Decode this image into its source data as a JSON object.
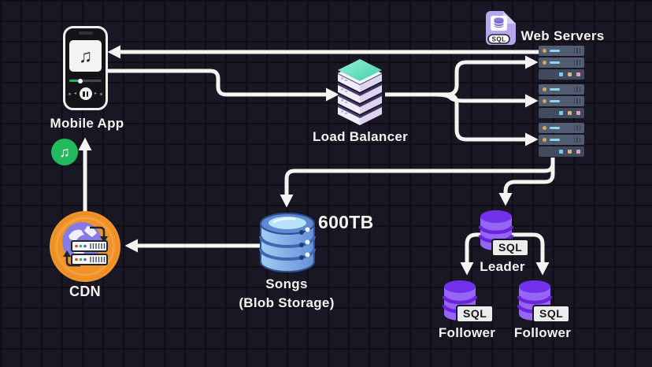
{
  "title": "Music streaming system architecture diagram",
  "colors": {
    "background": "#1a1725",
    "grid_line": "#100d17",
    "arrow": "#f6f4f1",
    "text": "#f4f2ef",
    "teal": "#4fd8b2",
    "lavender": "#b6a6f0",
    "purple": "#9565f6",
    "purple_dark": "#6a25dc",
    "blue": "#86b2e8",
    "blue_dark": "#3c68b0",
    "orange": "#f09429",
    "green": "#21ba5d",
    "rack": "#535d72"
  },
  "icons": {
    "music_note_glyph": "♫"
  },
  "nodes": {
    "mobile_app": {
      "label": "Mobile App"
    },
    "load_balancer": {
      "label": "Load Balancer"
    },
    "web_servers": {
      "label": "Web Servers",
      "file_badge": "SQL",
      "rack_count": 3
    },
    "blob_storage": {
      "label": "Songs",
      "sublabel": "(Blob Storage)",
      "capacity": "600TB"
    },
    "cdn": {
      "label": "CDN"
    },
    "leader_db": {
      "label": "Leader",
      "badge": "SQL"
    },
    "follower_dbs": [
      {
        "label": "Follower",
        "badge": "SQL"
      },
      {
        "label": "Follower",
        "badge": "SQL"
      }
    ]
  },
  "edges": [
    {
      "from": "web-servers",
      "to": "mobile-app"
    },
    {
      "from": "mobile-app",
      "to": "load-balancer"
    },
    {
      "from": "load-balancer",
      "to": "web-server-1"
    },
    {
      "from": "load-balancer",
      "to": "web-server-2"
    },
    {
      "from": "load-balancer",
      "to": "web-server-3"
    },
    {
      "from": "web-servers",
      "to": "songs-blob-storage"
    },
    {
      "from": "web-servers",
      "to": "leader-db"
    },
    {
      "from": "songs-blob-storage",
      "to": "cdn"
    },
    {
      "from": "cdn",
      "to": "mobile-app"
    },
    {
      "from": "leader-db",
      "to": "follower-db-1"
    },
    {
      "from": "leader-db",
      "to": "follower-db-2"
    }
  ]
}
